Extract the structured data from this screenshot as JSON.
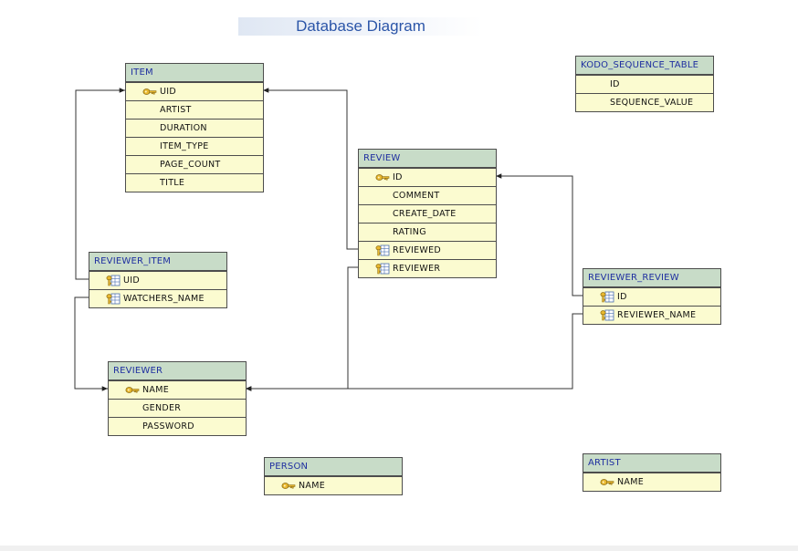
{
  "title": "Database Diagram",
  "tables": [
    {
      "name": "ITEM",
      "columns": [
        {
          "name": "UID",
          "icon": "primary-key-icon"
        },
        {
          "name": "ARTIST",
          "icon": ""
        },
        {
          "name": "DURATION",
          "icon": ""
        },
        {
          "name": "ITEM_TYPE",
          "icon": ""
        },
        {
          "name": "PAGE_COUNT",
          "icon": ""
        },
        {
          "name": "TITLE",
          "icon": ""
        }
      ]
    },
    {
      "name": "KODO_SEQUENCE_TABLE",
      "columns": [
        {
          "name": "ID",
          "icon": ""
        },
        {
          "name": "SEQUENCE_VALUE",
          "icon": ""
        }
      ]
    },
    {
      "name": "REVIEW",
      "columns": [
        {
          "name": "ID",
          "icon": "primary-key-icon"
        },
        {
          "name": "COMMENT",
          "icon": ""
        },
        {
          "name": "CREATE_DATE",
          "icon": ""
        },
        {
          "name": "RATING",
          "icon": ""
        },
        {
          "name": "REVIEWED",
          "icon": "foreign-key-icon"
        },
        {
          "name": "REVIEWER",
          "icon": "foreign-key-icon"
        }
      ]
    },
    {
      "name": "REVIEWER_ITEM",
      "columns": [
        {
          "name": "UID",
          "icon": "foreign-key-icon"
        },
        {
          "name": "WATCHERS_NAME",
          "icon": "foreign-key-icon"
        }
      ]
    },
    {
      "name": "REVIEWER_REVIEW",
      "columns": [
        {
          "name": "ID",
          "icon": "foreign-key-icon"
        },
        {
          "name": "REVIEWER_NAME",
          "icon": "foreign-key-icon"
        }
      ]
    },
    {
      "name": "REVIEWER",
      "columns": [
        {
          "name": "NAME",
          "icon": "primary-key-icon"
        },
        {
          "name": "GENDER",
          "icon": ""
        },
        {
          "name": "PASSWORD",
          "icon": ""
        }
      ]
    },
    {
      "name": "PERSON",
      "columns": [
        {
          "name": "NAME",
          "icon": "primary-key-icon"
        }
      ]
    },
    {
      "name": "ARTIST",
      "columns": [
        {
          "name": "NAME",
          "icon": "primary-key-icon"
        }
      ]
    }
  ],
  "colors": {
    "header_bg": "#c8dcc8",
    "row_bg": "#fbfbd0",
    "header_text": "#1f2fa0",
    "title_text": "#2b55a8",
    "line": "#333333"
  }
}
